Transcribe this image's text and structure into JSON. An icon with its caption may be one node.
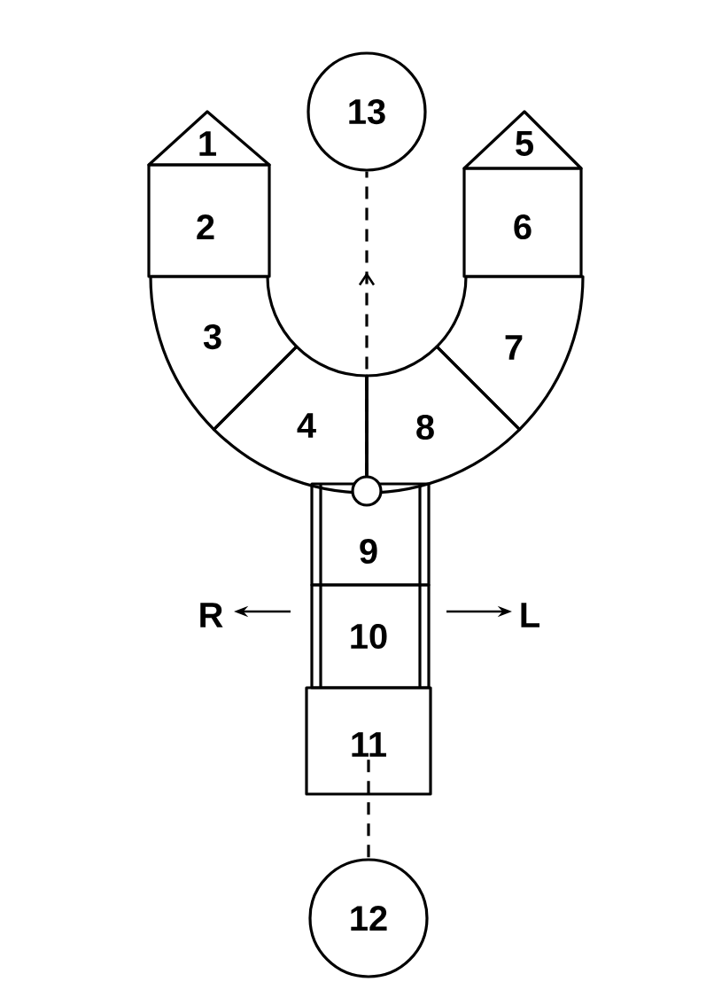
{
  "diagram": {
    "nodes": [
      {
        "text": [
          "1"
        ]
      },
      {
        "text": [
          "2"
        ]
      },
      {
        "text": [
          "3"
        ]
      },
      {
        "text": [
          "4"
        ]
      },
      {
        "text": [
          "5"
        ]
      },
      {
        "text": [
          "6"
        ]
      },
      {
        "text": [
          "7"
        ]
      },
      {
        "text": [
          "8"
        ]
      },
      {
        "text": [
          "9"
        ]
      },
      {
        "text": [
          "10"
        ]
      },
      {
        "text": [
          "11"
        ]
      },
      {
        "text": [
          "12"
        ]
      },
      {
        "text": [
          "13"
        ]
      },
      {
        "text": [],
        "shape": "circle"
      }
    ],
    "edges": [
      {
        "from": 13,
        "to": 12,
        "arrow": "to",
        "style": "dashed"
      },
      {
        "from": 10,
        "to": 11,
        "arrow": "none",
        "style": "dashed"
      }
    ],
    "labels": [
      "R",
      "L"
    ]
  }
}
